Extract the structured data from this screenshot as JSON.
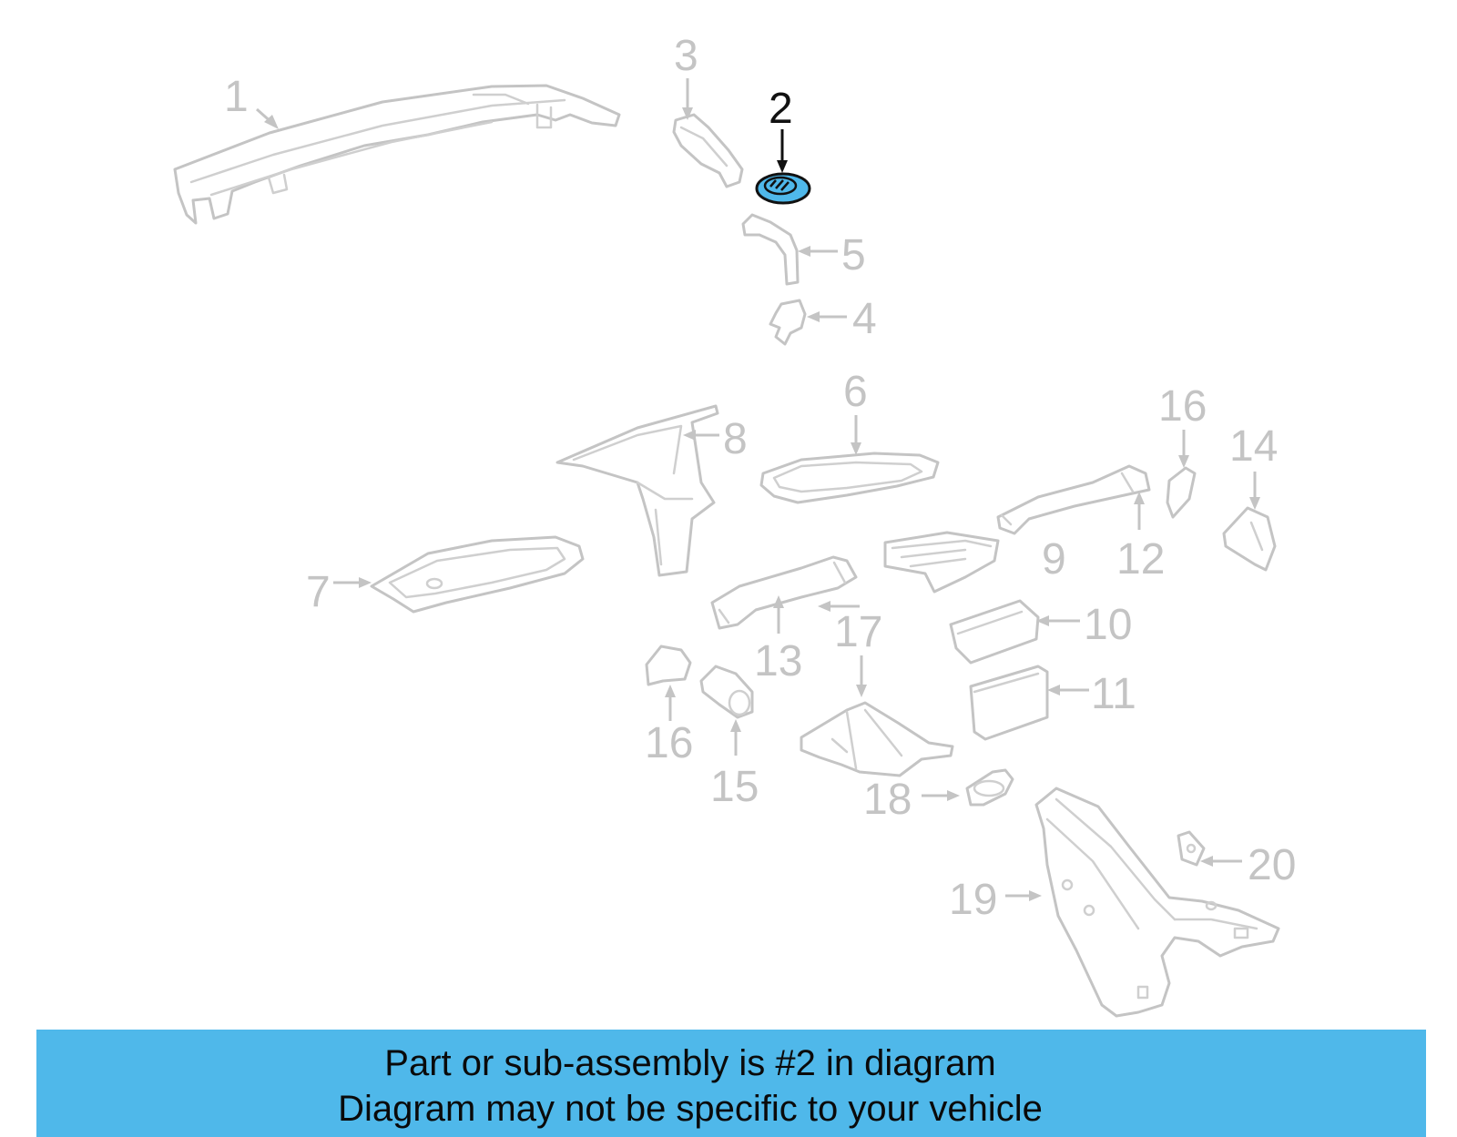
{
  "diagram": {
    "highlighted_part": "2",
    "callouts": [
      "1",
      "2",
      "3",
      "4",
      "5",
      "6",
      "7",
      "8",
      "9",
      "10",
      "11",
      "12",
      "13",
      "14",
      "15",
      "16",
      "16",
      "17",
      "18",
      "19",
      "20"
    ],
    "colors": {
      "highlight_fill": "#4fb8ea",
      "highlight_outline": "#111111",
      "part_gray": "#c4c4c4",
      "banner": "#4fb8ea"
    }
  },
  "banner": {
    "line1": "Part or sub-assembly is #2 in diagram",
    "line2": "Diagram may not be specific to your vehicle"
  }
}
